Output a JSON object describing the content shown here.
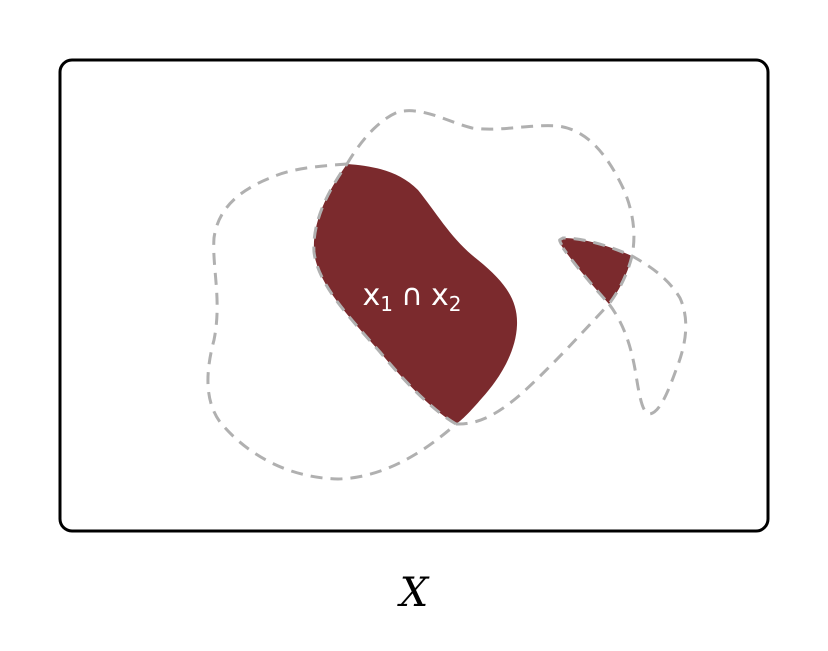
{
  "diagram": {
    "intersection_label": {
      "base1": "x",
      "sub1": "1",
      "op": "∩",
      "base2": "x",
      "sub2": "2"
    },
    "universe_label": "X"
  },
  "colors": {
    "background": "#ffffff",
    "frame_stroke": "#000000",
    "dashed_outline": "#b0b0b0",
    "intersection_fill": "#7b2a2d",
    "intersection_text": "#ffffff"
  }
}
